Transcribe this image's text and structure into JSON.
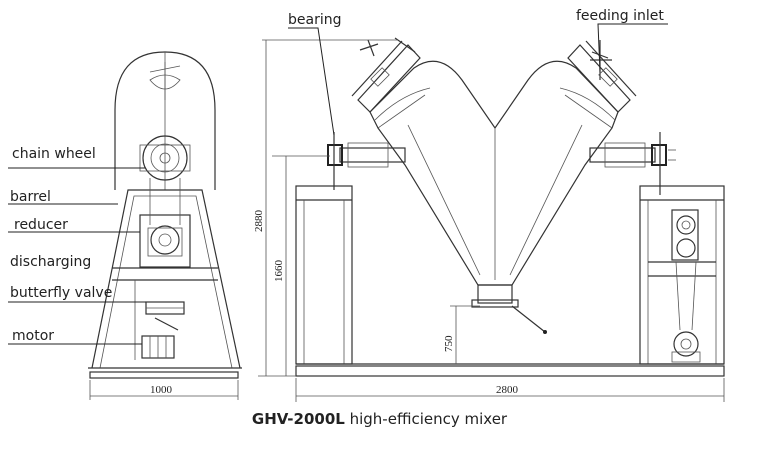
{
  "labels": {
    "chain_wheel": "chain wheel",
    "barrel": "barrel",
    "reducer": "reducer",
    "discharging": "discharging",
    "butterfly_valve": "butterfly valve",
    "motor": "motor",
    "bearing": "bearing",
    "feeding_inlet": "feeding inlet"
  },
  "dimensions": {
    "side_width": "1000",
    "front_width": "2800",
    "total_height": "2880",
    "frame_height": "1660",
    "discharge_height": "750"
  },
  "caption": {
    "model": "GHV-2000L",
    "description": "high-efficiency  mixer"
  }
}
